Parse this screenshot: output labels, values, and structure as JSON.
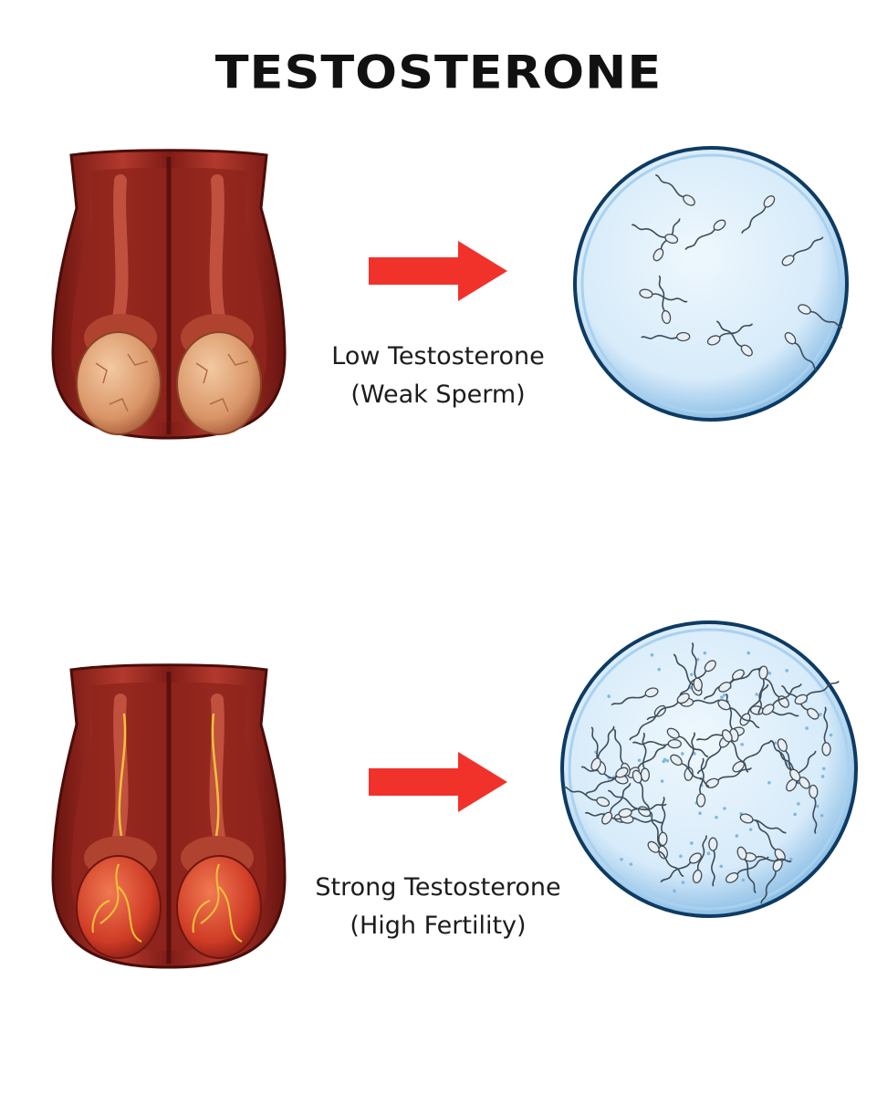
{
  "title": "TESTOSTERONE",
  "panels": [
    {
      "label_line1": "Low Testosterone",
      "label_line2": "(Weak Sperm)",
      "sperm_count": 13
    },
    {
      "label_line1": "Strong Testosterone",
      "label_line2": "(High Fertility)",
      "sperm_count": 60
    }
  ],
  "colors": {
    "arrow": "#f0322b",
    "tissue": "#a8322a",
    "tissue_dark": "#6b1410",
    "testis_low": "#e0a57c",
    "testis_high": "#d8442e",
    "vessel": "#f2c23a",
    "dish_fill": "#d7ebfa",
    "dish_rim": "#0e3b63",
    "sperm": "#e9eef2",
    "sperm_stroke": "#3d4c59"
  },
  "icons": {
    "arrow": "right-arrow-icon"
  }
}
